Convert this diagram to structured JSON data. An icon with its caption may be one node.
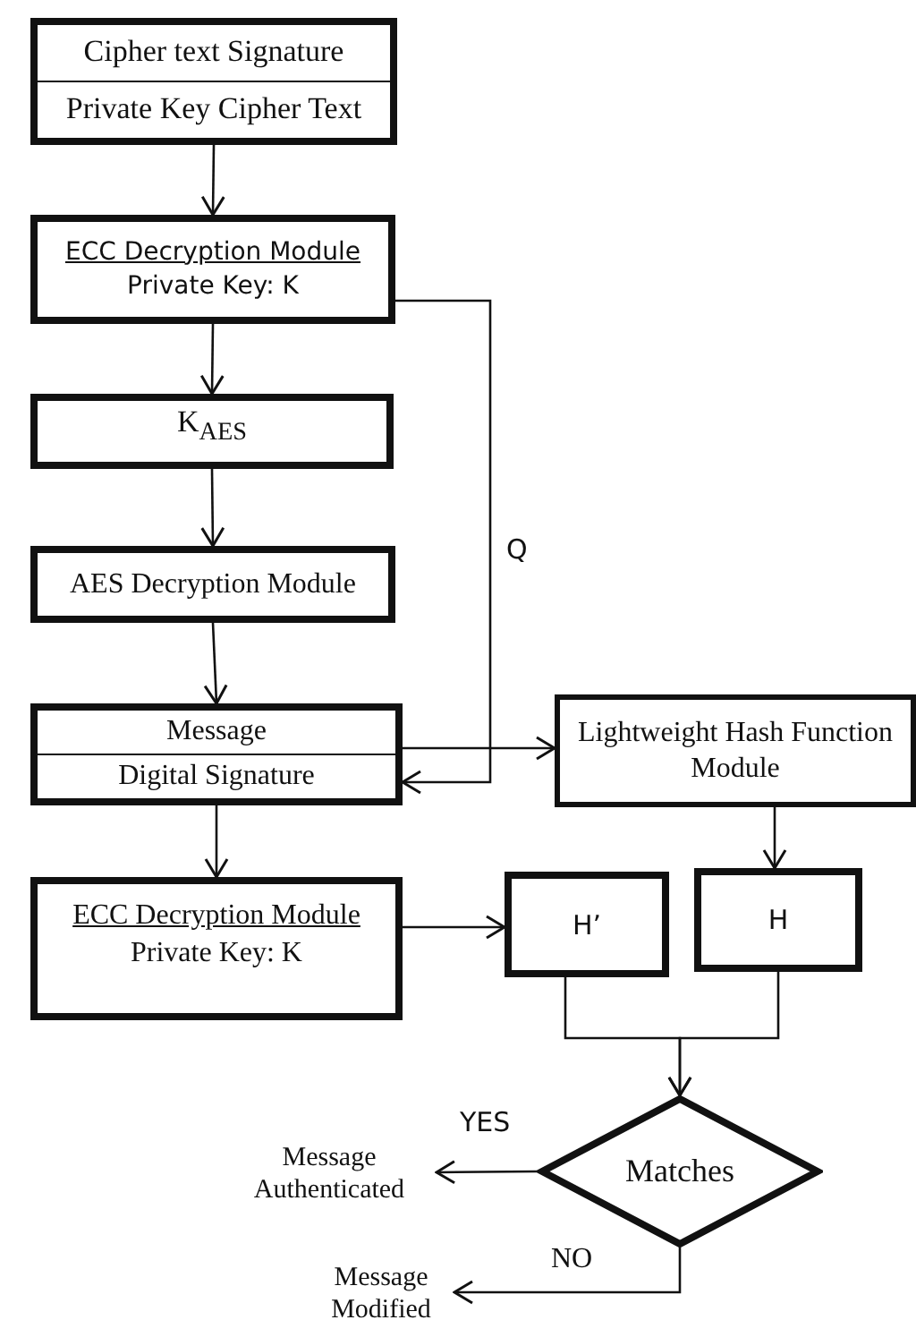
{
  "diagram": {
    "nodes": [
      {
        "text": [
          "Cipher text Signature",
          "Private Key Cipher Text"
        ]
      },
      {
        "text": [
          "ECC Decryption Module",
          "Private Key: K"
        ]
      },
      {
        "text": [
          "K$_{AES}$"
        ]
      },
      {
        "text": [
          "AES Decryption Module"
        ]
      },
      {
        "text": [
          "Message",
          "Digital Signature"
        ]
      },
      {
        "text": [
          "Lightweight Hash Function Module"
        ]
      },
      {
        "text": [
          "ECC Decryption Module",
          "Private Key: K"
        ]
      },
      {
        "text": [
          "H’"
        ]
      },
      {
        "text": [
          "H"
        ]
      },
      {
        "text": [
          "Matches"
        ]
      },
      {
        "text": [
          "Message Authenticated"
        ]
      },
      {
        "text": [
          "Message Modified"
        ]
      }
    ],
    "edges": [
      {
        "from": 0,
        "to": 1,
        "arrow": "to"
      },
      {
        "from": 1,
        "to": 2,
        "arrow": "to"
      },
      {
        "from": 2,
        "to": 3,
        "arrow": "to"
      },
      {
        "from": 3,
        "to": 4,
        "arrow": "to"
      },
      {
        "from": 1,
        "to": 4,
        "arrow": "to",
        "label": "Q"
      },
      {
        "from": 4,
        "to": 5,
        "arrow": "to"
      },
      {
        "from": 4,
        "to": 6,
        "arrow": "to"
      },
      {
        "from": 6,
        "to": 7,
        "arrow": "to"
      },
      {
        "from": 5,
        "to": 8,
        "arrow": "to"
      },
      {
        "from": 7,
        "to": 9,
        "arrow": "to"
      },
      {
        "from": 8,
        "to": 9,
        "arrow": "to"
      },
      {
        "from": 9,
        "to": 10,
        "arrow": "to",
        "label": "YES"
      },
      {
        "from": 9,
        "to": 11,
        "arrow": "to",
        "label": "NO"
      }
    ]
  }
}
